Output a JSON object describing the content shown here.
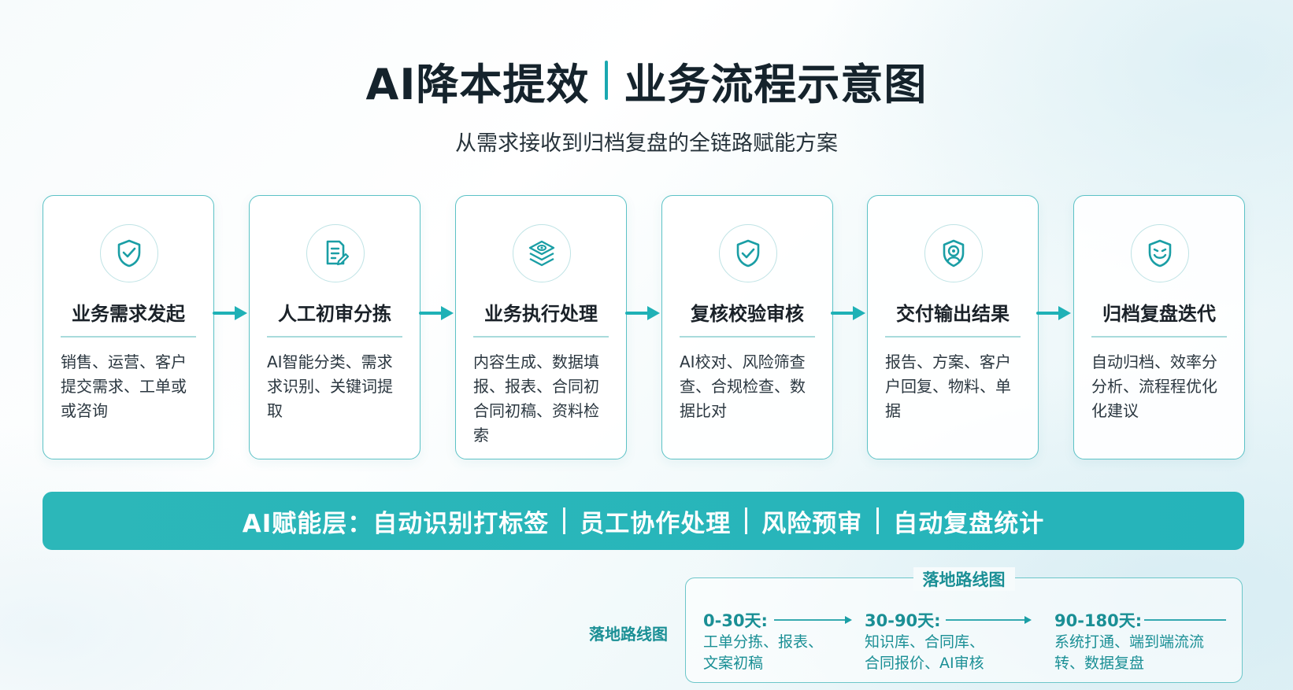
{
  "title": {
    "left": "AI降本提效",
    "right": "业务流程示意图"
  },
  "subtitle": "从需求接收到归档复盘的全链路赋能方案",
  "steps": [
    {
      "title": "业务需求发起",
      "desc": "销售、运营、客户提交需求、工单或或咨询",
      "icon": "shield-check-icon"
    },
    {
      "title": "人工初审分拣",
      "desc": "AI智能分类、需求求识别、关键词提取",
      "icon": "document-edit-icon"
    },
    {
      "title": "业务执行处理",
      "desc": "内容生成、数据填报、报表、合同初合同初稿、资料检索",
      "icon": "layers-eye-icon"
    },
    {
      "title": "复核校验审核",
      "desc": "AI校对、风险筛查查、合规检查、数据比对",
      "icon": "shield-check-icon"
    },
    {
      "title": "交付输出结果",
      "desc": "报告、方案、客户户回复、物料、单据",
      "icon": "delivery-badge-icon"
    },
    {
      "title": "归档复盘迭代",
      "desc": "自动归档、效率分分析、流程程优化化建议",
      "icon": "archive-shield-icon"
    }
  ],
  "ai_layer": {
    "label": "AI赋能层：",
    "items": [
      "自动识别打标签",
      "员工协作处理",
      "风险预审",
      "自动复盘统计"
    ]
  },
  "roadmap": {
    "side_label": "落地路线图",
    "header": "落地路线图",
    "phases": [
      {
        "label": "0-30天:",
        "desc_line1": "工单分拣、报表、",
        "desc_line2": "文案初稿"
      },
      {
        "label": "30-90天:",
        "desc_line1": "知识库、合同库、",
        "desc_line2": "合同报价、AI审核"
      },
      {
        "label": "90-180天:",
        "desc_line1": "系统打通、端到端流流",
        "desc_line2": "转、数据复盘"
      }
    ]
  },
  "colors": {
    "accent": "#25b4ba",
    "text_dark": "#15232c",
    "roadmap_text": "#1a8f95"
  }
}
